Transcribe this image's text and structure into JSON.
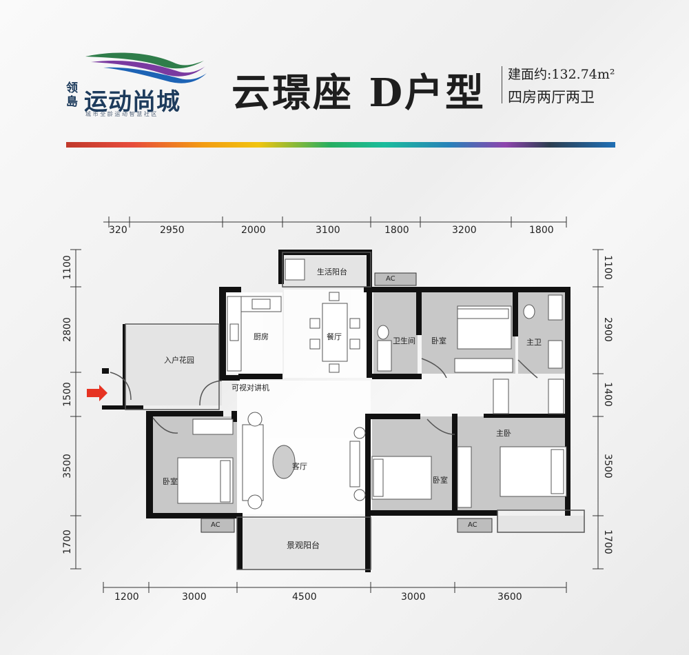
{
  "brand": {
    "vertical_name": "领島",
    "name": "运动尚城",
    "slogan": "城市全龄运动智慧社区"
  },
  "title": "云璟座 D户型",
  "area": "建面约:132.74m²",
  "layout_type": "四房两厅两卫",
  "dimensions": {
    "top": [
      "320",
      "2950",
      "2000",
      "3100",
      "1800",
      "3200",
      "1800"
    ],
    "bottom": [
      "1200",
      "3000",
      "4500",
      "3000",
      "3600"
    ],
    "left": [
      "1100",
      "2800",
      "1500",
      "3500",
      "1700"
    ],
    "right": [
      "1100",
      "2900",
      "1400",
      "3500",
      "1700"
    ]
  },
  "rooms": {
    "living_balcony": "生活阳台",
    "kitchen": "厨房",
    "dining": "餐厅",
    "bathroom": "卫生间",
    "bedroom_top": "卧室",
    "master_bath": "主卫",
    "entry_garden": "入户花园",
    "intercom": "可视对讲机",
    "master_bedroom": "主卧",
    "bedroom_left": "卧室",
    "living_room": "客厅",
    "bedroom_mid": "卧室",
    "view_balcony": "景观阳台"
  },
  "ac_label": "AC",
  "colors": {
    "wall": "#111111",
    "floor_gray": "#c9c9c9",
    "entry_arrow": "#e63322"
  }
}
